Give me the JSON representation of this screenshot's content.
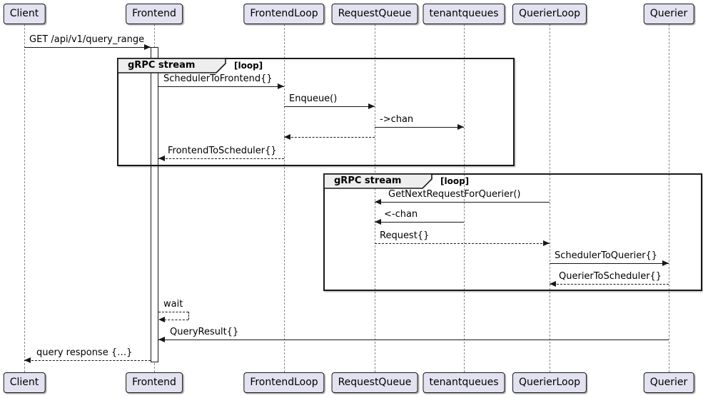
{
  "diagram": {
    "type": "uml-sequence-diagram",
    "participants": [
      {
        "id": "client",
        "label": "Client"
      },
      {
        "id": "frontend",
        "label": "Frontend"
      },
      {
        "id": "frontend-loop",
        "label": "FrontendLoop"
      },
      {
        "id": "request-queue",
        "label": "RequestQueue"
      },
      {
        "id": "tenantqueues",
        "label": "tenantqueues"
      },
      {
        "id": "querier-loop",
        "label": "QuerierLoop"
      },
      {
        "id": "querier",
        "label": "Querier"
      }
    ],
    "fragments": [
      {
        "id": "grpc-stream-frontend",
        "title": "gRPC stream",
        "condition": "[loop]"
      },
      {
        "id": "grpc-stream-querier",
        "title": "gRPC stream",
        "condition": "[loop]"
      }
    ],
    "messages": [
      {
        "from": "Client",
        "to": "Frontend",
        "label": "GET /api/v1/query_range",
        "line": "solid"
      },
      {
        "from": "Frontend",
        "to": "FrontendLoop",
        "label": "SchedulerToFrontend{}",
        "line": "solid"
      },
      {
        "from": "FrontendLoop",
        "to": "RequestQueue",
        "label": "Enqueue()",
        "line": "solid"
      },
      {
        "from": "RequestQueue",
        "to": "tenantqueues",
        "label": "->chan",
        "line": "solid"
      },
      {
        "from": "RequestQueue",
        "to": "FrontendLoop",
        "label": "",
        "line": "dashed"
      },
      {
        "from": "FrontendLoop",
        "to": "Frontend",
        "label": "FrontendToScheduler{}",
        "line": "dashed"
      },
      {
        "from": "QuerierLoop",
        "to": "RequestQueue",
        "label": "GetNextRequestForQuerier()",
        "line": "solid"
      },
      {
        "from": "tenantqueues",
        "to": "RequestQueue",
        "label": "<-chan",
        "line": "solid"
      },
      {
        "from": "RequestQueue",
        "to": "QuerierLoop",
        "label": "Request{}",
        "line": "dashed"
      },
      {
        "from": "QuerierLoop",
        "to": "Querier",
        "label": "SchedulerToQuerier{}",
        "line": "solid"
      },
      {
        "from": "Querier",
        "to": "QuerierLoop",
        "label": "QuerierToScheduler{}",
        "line": "dashed"
      },
      {
        "from": "Frontend",
        "to": "Frontend",
        "label": "wait",
        "line": "dashed",
        "self": true
      },
      {
        "from": "Querier",
        "to": "Frontend",
        "label": "QueryResult{}",
        "line": "solid"
      },
      {
        "from": "Frontend",
        "to": "Client",
        "label": "query response {…}",
        "line": "dashed"
      }
    ],
    "colors": {
      "participant_fill": "#E2E2F0",
      "stroke": "#181818",
      "fragment_tab_fill": "#EEEEEE",
      "lifeline": "#8A8A8A",
      "background": "#FFFFFF"
    }
  }
}
